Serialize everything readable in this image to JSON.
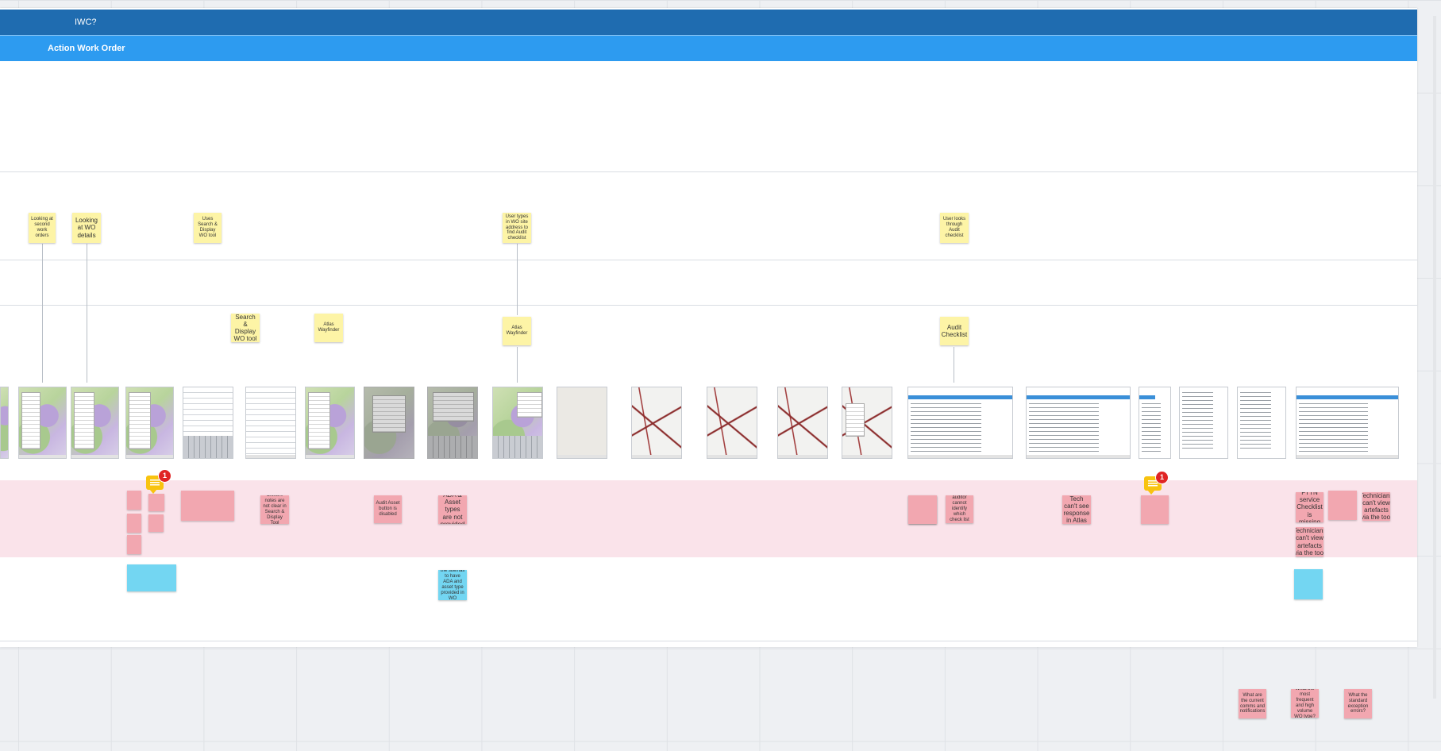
{
  "header": {
    "swimlane_title": "IWC?",
    "section_title": "Action Work Order"
  },
  "steps": [
    "Looking at second work orders",
    "Looking at WO details",
    "Uses Search & Display WO tool",
    "User types in WO site address to find Audit checklist",
    "User looks through Audit checklist"
  ],
  "tools": [
    "Search & Display WO tool",
    "Atlas Wayfinder",
    "Atlas Wayfinder",
    "Audit Checklist"
  ],
  "pain_points": [
    "",
    "",
    "",
    "",
    "",
    "",
    "",
    "Closure notes are not clear in Search & Display Tool",
    "Audit Asset button is disabled",
    "ADA & Asset types are not provided",
    "",
    "Field auditor cannot identify which check list to use",
    "Tech can't see response in Atlas",
    "",
    "FTTN service Checklist is missing",
    "",
    "Technicians can't view artefacts via the tool",
    "Technicians can't view artefacts via the tool"
  ],
  "insights": [
    "",
    "Expected the site/hall to have ADA and asset type provided in WO details?",
    ""
  ],
  "questions": [
    "What are the current comms and notifications",
    "What the most frequent and high volume WO type?",
    "What the standard exception errors?"
  ],
  "comments": [
    {
      "count": "1"
    },
    {
      "count": "1"
    }
  ],
  "colors": {
    "lane_dark": "#1f6cb0",
    "lane_light": "#2d9bf0",
    "pain_zone": "#fae3ea",
    "sticky_yellow": "#fdf4a6",
    "sticky_pink": "#f2a7b0",
    "sticky_blue": "#73d6f2",
    "badge_red": "#e02424"
  }
}
